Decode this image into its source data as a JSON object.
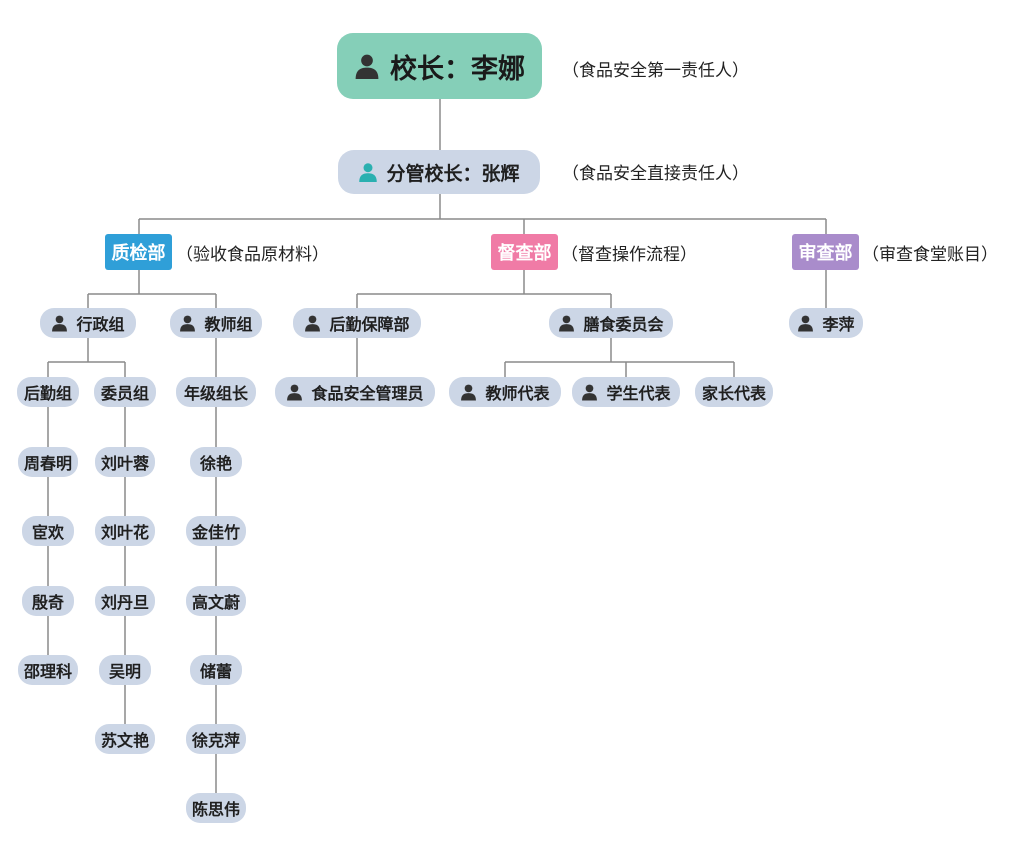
{
  "root": {
    "title": "校长：李娜",
    "note": "（食品安全第一责任人）"
  },
  "vice": {
    "title": "分管校长：张辉",
    "note": "（食品安全直接责任人）"
  },
  "depts": {
    "quality": {
      "label": "质检部",
      "note": "（验收食品原材料）",
      "color": "#2f9fd8"
    },
    "supervise": {
      "label": "督查部",
      "note": "（督查操作流程）",
      "color": "#f07ba6"
    },
    "audit": {
      "label": "审查部",
      "note": "（审查食堂账目）",
      "color": "#a98ccb"
    }
  },
  "groups": {
    "admin": "行政组",
    "teacher": "教师组",
    "logistics_dept": "后勤保障部",
    "meal_committee": "膳食委员会",
    "li_ping": "李萍",
    "logistics_group": "后勤组",
    "committee_group": "委员组",
    "grade_head": "年级组长",
    "food_safety_admin": "食品安全管理员",
    "teacher_rep": "教师代表",
    "student_rep": "学生代表",
    "parent_rep": "家长代表"
  },
  "members": {
    "logistics": [
      "周春明",
      "宦欢",
      "殷奇",
      "邵理科"
    ],
    "committee": [
      "刘叶蓉",
      "刘叶花",
      "刘丹旦",
      "吴明",
      "苏文艳"
    ],
    "grade": [
      "徐艳",
      "金佳竹",
      "高文蔚",
      "储蕾",
      "徐克萍",
      "陈思伟"
    ]
  },
  "colors": {
    "root_bg": "#85cfb8",
    "pill_bg": "#ccd6e6",
    "line": "#8a8a8a",
    "vice_icon": "#2ab0b0",
    "icon": "#333333"
  }
}
